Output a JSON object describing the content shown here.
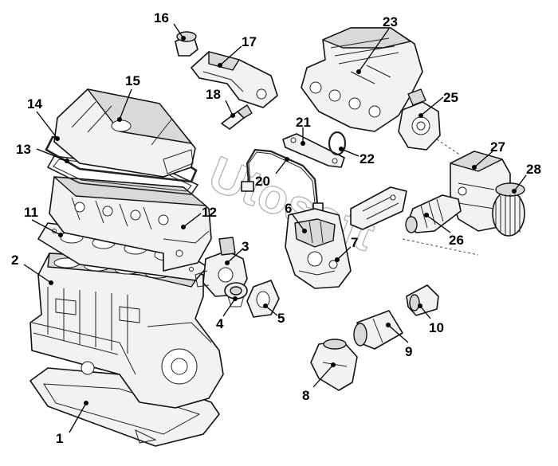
{
  "diagram": {
    "watermark": "Utosoft",
    "callouts": {
      "c1": "1",
      "c2": "2",
      "c3": "3",
      "c4": "4",
      "c5": "5",
      "c6": "6",
      "c7": "7",
      "c8": "8",
      "c9": "9",
      "c10": "10",
      "c11": "11",
      "c12": "12",
      "c13": "13",
      "c14": "14",
      "c15": "15",
      "c16": "16",
      "c17": "17",
      "c18": "18",
      "c20": "20",
      "c21": "21",
      "c22": "22",
      "c23": "23",
      "c25": "25",
      "c26": "26",
      "c27": "27",
      "c28": "28"
    }
  }
}
